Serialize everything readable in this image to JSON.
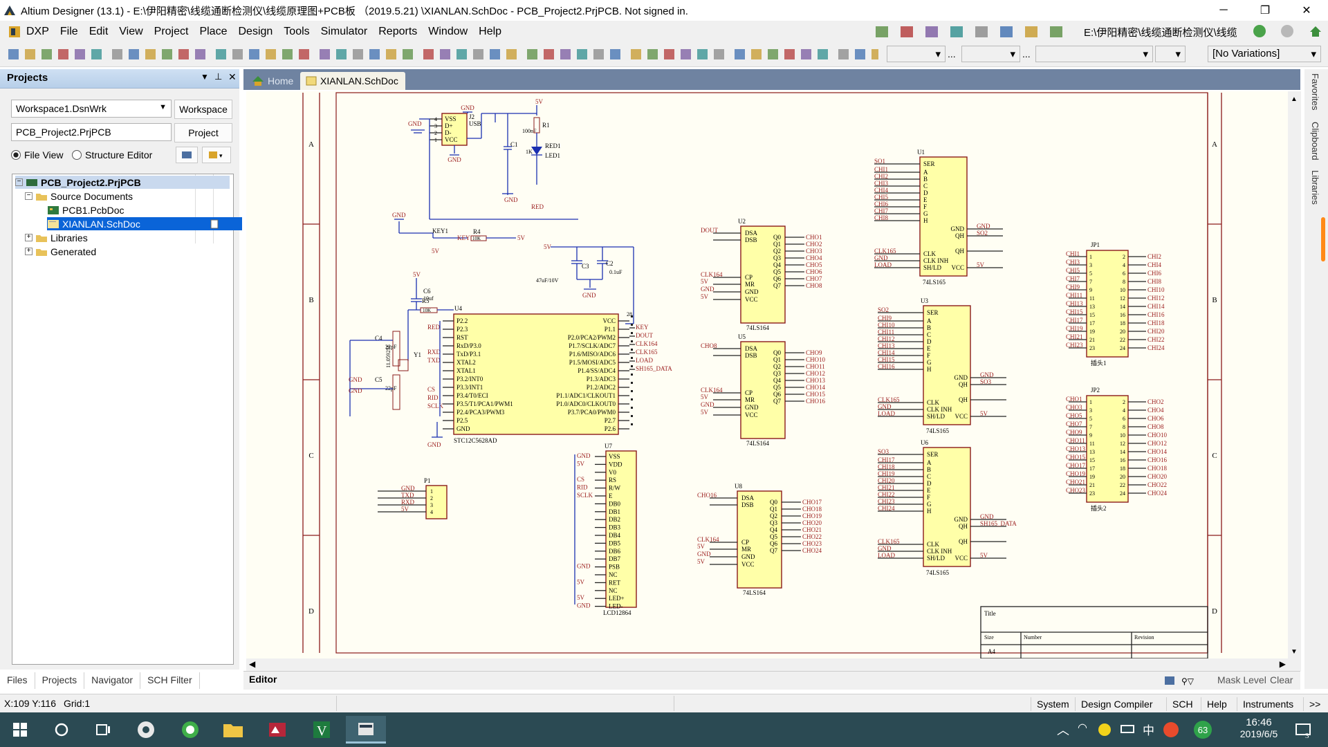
{
  "window": {
    "title": "Altium Designer (13.1) - E:\\伊阳精密\\线缆通断检测仪\\线缆原理图+PCB板 （2019.5.21) \\XIANLAN.SchDoc - PCB_Project2.PrjPCB. Not signed in.",
    "minimize": "─",
    "maximize": "❐",
    "close": "✕"
  },
  "menu": [
    "DXP",
    "File",
    "Edit",
    "View",
    "Project",
    "Place",
    "Design",
    "Tools",
    "Simulator",
    "Reports",
    "Window",
    "Help"
  ],
  "toolbar": {
    "path": "E:\\伊阳精密\\线缆通断检测仪\\线缆",
    "variations": "[No Variations]",
    "ellipsis1": "...",
    "ellipsis2": "..."
  },
  "projects_panel": {
    "title": "Projects",
    "workspace_field": "Workspace1.DsnWrk",
    "workspace_button": "Workspace",
    "project_field": "PCB_Project2.PrjPCB",
    "project_button": "Project",
    "file_view": "File View",
    "structure_editor": "Structure Editor",
    "tree": {
      "project": "PCB_Project2.PrjPCB",
      "source_documents": "Source Documents",
      "pcb_doc": "PCB1.PcbDoc",
      "sch_doc": "XIANLAN.SchDoc",
      "libraries": "Libraries",
      "generated": "Generated"
    },
    "bottom_tabs": [
      "Files",
      "Projects",
      "Navigator",
      "SCH Filter"
    ]
  },
  "doc_tabs": {
    "home": "Home",
    "schdoc": "XIANLAN.SchDoc"
  },
  "right_tabs": [
    "Favorites",
    "Clipboard",
    "Libraries"
  ],
  "editor_bar": {
    "editor": "Editor",
    "mask_level": "Mask Level",
    "clear": "Clear"
  },
  "status": {
    "coords": "X:109 Y:116",
    "grid": "Grid:1",
    "buttons": [
      "System",
      "Design Compiler",
      "SCH",
      "Help",
      "Instruments"
    ],
    "more": ">>"
  },
  "taskbar": {
    "time": "16:46",
    "date": "2019/6/5",
    "ime": "中",
    "badge": "63"
  },
  "schematic": {
    "border_rows": [
      "A",
      "B",
      "C",
      "D"
    ],
    "title_block": {
      "title": "Title",
      "size": "Size",
      "size_value": "A4",
      "number": "Number",
      "revision": "Revision"
    },
    "j2": {
      "ref": "J2",
      "name": "USB",
      "pins": [
        "VSS",
        "D+",
        "D-",
        "VCC"
      ],
      "pin_nums": [
        "4",
        "3",
        "2",
        "1"
      ],
      "gnd1": "GND",
      "gnd2": "GND",
      "gnd3": "GND"
    },
    "power": {
      "c1": "C1",
      "c1_val": "100nF",
      "r1": "R1",
      "r1_val": "1K",
      "rd": "RED1",
      "led": "LED1",
      "v5": "5V",
      "gnd": "GND",
      "led_label": "RED"
    },
    "key": {
      "key1": "KEY1",
      "key_net": "KEY",
      "r4": "R4",
      "r4_val": "10K",
      "v5": "5V",
      "gnd": "GND"
    },
    "caps": {
      "v5": "5V",
      "c3": "C3",
      "c3_val": "47uF/10V",
      "c2": "C2",
      "c2_val": "0.1uF",
      "gnd": "GND"
    },
    "u4": {
      "ref": "U4",
      "name": "STC12C5628AD",
      "left_pins": [
        "P2.2",
        "P2.3",
        "RST",
        "RxD/P3.0",
        "TxD/P3.1",
        "XTAL2",
        "XTAL1",
        "P3.2/INT0",
        "P3.3/INT1",
        "P3.4/T0/ECI",
        "P3.5/T1/PCA1/PWM1",
        "P2.4/PCA3/PWM3",
        "P2.5",
        "GND"
      ],
      "right_pins": [
        "VCC",
        "P1.1",
        "P2.0/PCA2/PWM2",
        "P1.7/SCLK/ADC7",
        "P1.6/MISO/ADC6",
        "P1.5/MOSI/ADC5",
        "P1.4/SS/ADC4",
        "P1.3/ADC3",
        "P1.2/ADC2",
        "P1.1/ADC1/CLKOUT1",
        "P1.0/ADC0/CLKOUT0",
        "P3.7/PCA0/PWM0",
        "P2.7",
        "P2.6"
      ],
      "right_nets": [
        "KEY",
        "DOUT",
        "CLK164",
        "CLK165",
        "LOAD",
        "SH165_DATA"
      ],
      "left_nets": [
        "RED",
        "RXD",
        "TXD",
        "CS",
        "RID",
        "SCLK"
      ],
      "r5": "R5",
      "r5_val": "10K",
      "c4": "C4",
      "c4_val": "22pF",
      "c5": "C5",
      "c5_val": "22pF",
      "c6": "C6",
      "c6_val": "10uf",
      "y1": "Y1",
      "y1_val": "11.0592M",
      "v5": "5V",
      "gnd": "GND",
      "pin28": "28"
    },
    "p1": {
      "ref": "P1",
      "nets": [
        "GND",
        "TXD",
        "RXD",
        "5V"
      ],
      "pins": [
        "1",
        "2",
        "3",
        "4"
      ]
    },
    "u7": {
      "ref": "U7",
      "name": "LCD12864",
      "pins": [
        "VSS",
        "VDD",
        "V0",
        "RS",
        "R/W",
        "E",
        "DB0",
        "DB1",
        "DB2",
        "DB3",
        "DB4",
        "DB5",
        "DB6",
        "DB7",
        "PSB",
        "NC",
        "RET",
        "NC",
        "LED+",
        "LED-"
      ],
      "nets": [
        "GND",
        "5V",
        "",
        "CS",
        "RID",
        "SCLK",
        "",
        "",
        "",
        "",
        "",
        "",
        "",
        "",
        "GND",
        "",
        "5V",
        "",
        "5V",
        "GND"
      ]
    },
    "u2": {
      "ref": "U2",
      "name": "74LS164",
      "left_nets": [
        "DOUT",
        "",
        "CLK164",
        "5V",
        "GND",
        "5V"
      ],
      "left_pins": [
        "DSA",
        "DSB",
        "CP",
        "MR",
        "GND",
        "VCC"
      ],
      "right_pins": [
        "Q0",
        "Q1",
        "Q2",
        "Q3",
        "Q4",
        "Q5",
        "Q6",
        "Q7"
      ],
      "right_nets": [
        "CHO1",
        "CHO2",
        "CHO3",
        "CHO4",
        "CHO5",
        "CHO6",
        "CHO7",
        "CHO8"
      ]
    },
    "u5": {
      "ref": "U5",
      "name": "74LS164",
      "left_nets": [
        "CHO8",
        "",
        "CLK164",
        "5V",
        "GND",
        "5V"
      ],
      "left_pins": [
        "DSA",
        "DSB",
        "CP",
        "MR",
        "GND",
        "VCC"
      ],
      "right_pins": [
        "Q0",
        "Q1",
        "Q2",
        "Q3",
        "Q4",
        "Q5",
        "Q6",
        "Q7"
      ],
      "right_nets": [
        "CHO9",
        "CHO10",
        "CHO11",
        "CHO12",
        "CHO13",
        "CHO14",
        "CHO15",
        "CHO16"
      ]
    },
    "u8": {
      "ref": "U8",
      "name": "74LS164",
      "left_nets": [
        "CHO16",
        "",
        "CLK164",
        "5V",
        "GND",
        "5V"
      ],
      "left_pins": [
        "DSA",
        "DSB",
        "CP",
        "MR",
        "GND",
        "VCC"
      ],
      "right_pins": [
        "Q0",
        "Q1",
        "Q2",
        "Q3",
        "Q4",
        "Q5",
        "Q6",
        "Q7"
      ],
      "right_nets": [
        "CHO17",
        "CHO18",
        "CHO19",
        "CHO20",
        "CHO21",
        "CHO22",
        "CHO23",
        "CHO24"
      ]
    },
    "u1": {
      "ref": "U1",
      "name": "74LS165",
      "left_nets": [
        "SO1",
        "CHI1",
        "CHI2",
        "CHI3",
        "CHI4",
        "CHI5",
        "CHI6",
        "CHI7",
        "CHI8",
        "CLK165",
        "GND",
        "LOAD"
      ],
      "left_pins": [
        "SER",
        "A",
        "B",
        "C",
        "D",
        "E",
        "F",
        "G",
        "H",
        "CLK",
        "CLK INH",
        "SH/LD"
      ],
      "right_pins": [
        "GND",
        "QH",
        "QH",
        "VCC"
      ],
      "right_nets": [
        "GND",
        "SO2",
        "",
        "5V"
      ]
    },
    "u3": {
      "ref": "U3",
      "name": "74LS165",
      "left_nets": [
        "SO2",
        "CHI9",
        "CHI10",
        "CHI11",
        "CHI12",
        "CHI13",
        "CHI14",
        "CHI15",
        "CHI16",
        "CLK165",
        "GND",
        "LOAD"
      ],
      "left_pins": [
        "SER",
        "A",
        "B",
        "C",
        "D",
        "E",
        "F",
        "G",
        "H",
        "CLK",
        "CLK INH",
        "SH/LD"
      ],
      "right_pins": [
        "GND",
        "QH",
        "QH",
        "VCC"
      ],
      "right_nets": [
        "GND",
        "SO3",
        "",
        "5V"
      ]
    },
    "u6": {
      "ref": "U6",
      "name": "74LS165",
      "left_nets": [
        "SO3",
        "CHI17",
        "CHI18",
        "CHI19",
        "CHI20",
        "CHI21",
        "CHI22",
        "CHI23",
        "CHI24",
        "CLK165",
        "GND",
        "LOAD"
      ],
      "left_pins": [
        "SER",
        "A",
        "B",
        "C",
        "D",
        "E",
        "F",
        "G",
        "H",
        "CLK",
        "CLK INH",
        "SH/LD"
      ],
      "right_pins": [
        "GND",
        "QH",
        "QH",
        "VCC"
      ],
      "right_nets": [
        "GND",
        "SH165_DATA",
        "",
        "5V"
      ]
    },
    "jp1": {
      "ref": "JP1",
      "name": "插头1",
      "left_nets": [
        "CHI1",
        "CHI3",
        "CHI5",
        "CHI7",
        "CHI9",
        "CHI11",
        "CHI13",
        "CHI15",
        "CHI17",
        "CHI19",
        "CHI21",
        "CHI23"
      ],
      "right_nets": [
        "CHI2",
        "CHI4",
        "CHI6",
        "CHI8",
        "CHI10",
        "CHI12",
        "CHI14",
        "CHI16",
        "CHI18",
        "CHI20",
        "CHI22",
        "CHI24"
      ]
    },
    "jp2": {
      "ref": "JP2",
      "name": "插头2",
      "left_nets": [
        "CHO1",
        "CHO3",
        "CHO5",
        "CHO7",
        "CHO9",
        "CHO11",
        "CHO13",
        "CHO15",
        "CHO17",
        "CHO19",
        "CHO21",
        "CHO23"
      ],
      "right_nets": [
        "CHO2",
        "CHO4",
        "CHO6",
        "CHO8",
        "CHO10",
        "CHO12",
        "CHO14",
        "CHO16",
        "CHO18",
        "CHO20",
        "CHO22",
        "CHO24"
      ]
    }
  }
}
